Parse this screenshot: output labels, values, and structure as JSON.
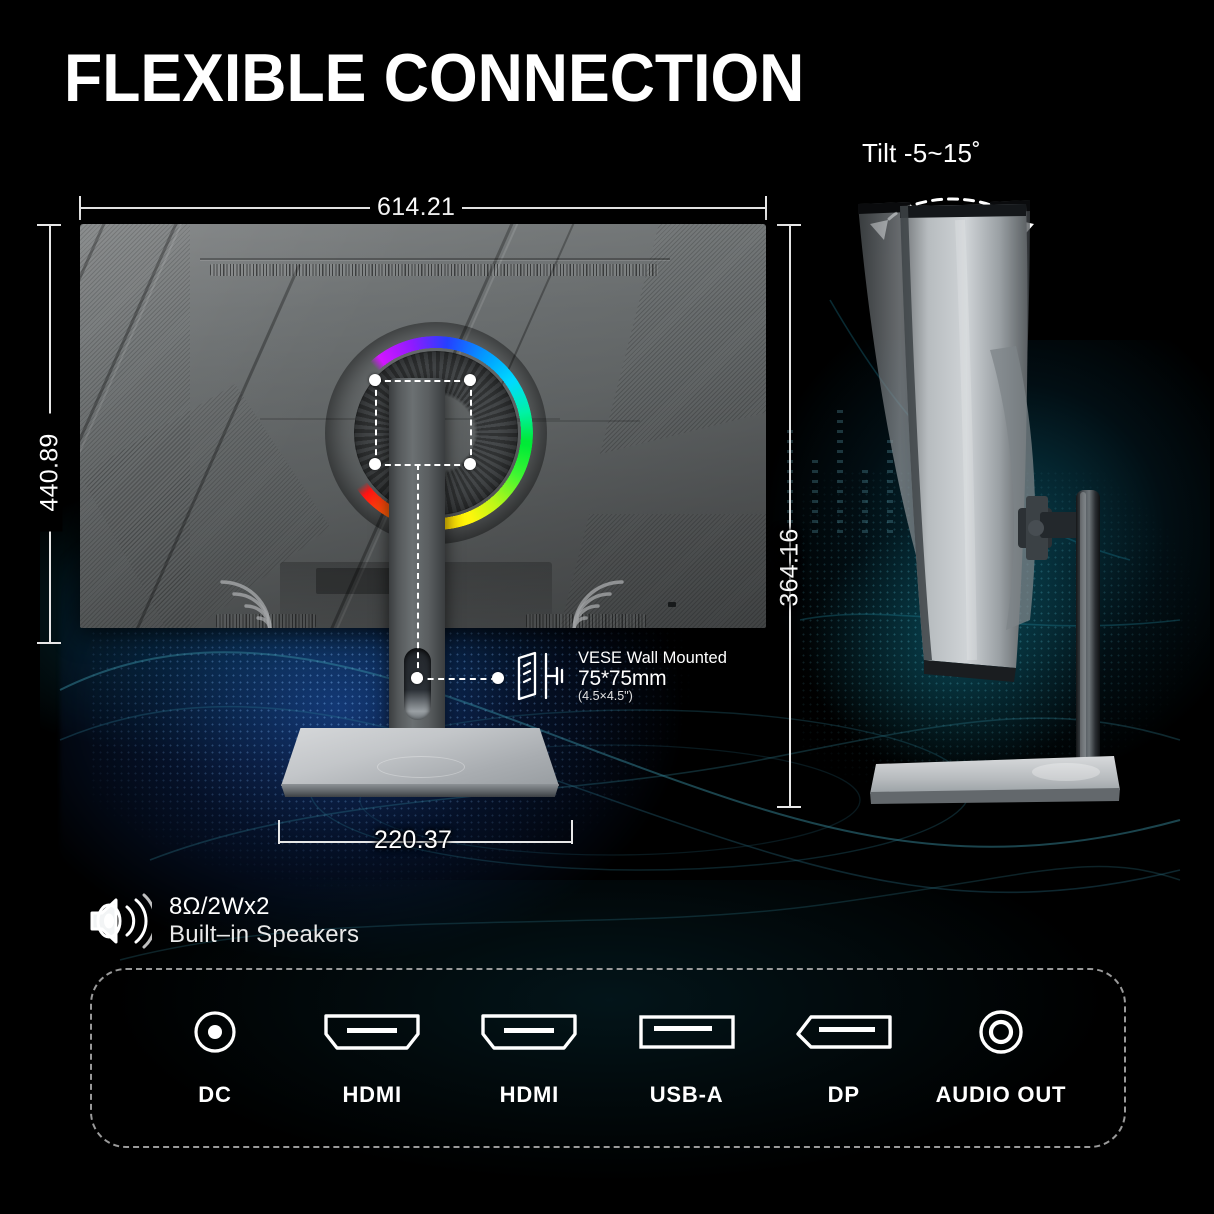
{
  "header": {
    "title": "FLEXIBLE CONNECTION"
  },
  "dimensions": {
    "width_mm": "614.21",
    "height_mm": "440.89",
    "side_height_mm": "364.16",
    "base_depth_mm": "220.37"
  },
  "tilt": {
    "label": "Tilt -5~15˚"
  },
  "vesa": {
    "icon": "wall-mount-icon",
    "line1": "VESE Wall Mounted",
    "line2": "75*75mm",
    "line3": "(4.5×4.5\")"
  },
  "speakers": {
    "icon": "speaker-icon",
    "line1": "8Ω/2Wx2",
    "line2": "Built–in Speakers"
  },
  "ports": [
    {
      "label": "DC",
      "icon": "dc-jack-icon"
    },
    {
      "label": "HDMI",
      "icon": "hdmi-port-icon"
    },
    {
      "label": "HDMI",
      "icon": "hdmi-port-icon"
    },
    {
      "label": "USB-A",
      "icon": "usb-a-port-icon"
    },
    {
      "label": "DP",
      "icon": "displayport-icon"
    },
    {
      "label": "AUDIO OUT",
      "icon": "audio-jack-icon"
    }
  ],
  "colors": {
    "background": "#000000",
    "text": "#ffffff",
    "dimension_line": "#e8e8e8",
    "dashed_border": "#9a9a9a",
    "rgb_ring": [
      "#19d24a",
      "#f7e733",
      "#ea1d1d",
      "#b020e8",
      "#2a3ff0",
      "#18c6e6"
    ],
    "glow_blue": "#1a4696",
    "glow_teal": "#0c6076",
    "monitor_body": "#6e7273",
    "base": "#c3c6c9"
  }
}
